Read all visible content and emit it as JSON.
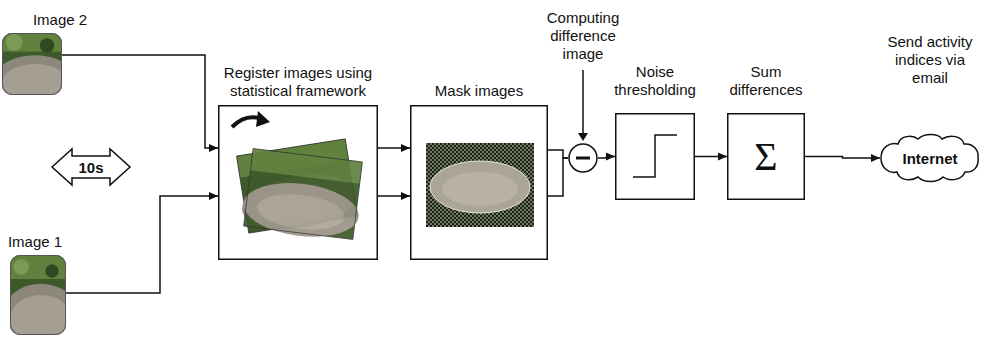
{
  "diagram": {
    "nodes": [
      {
        "text": [
          "Image 2"
        ]
      },
      {
        "text": [
          "Image 1"
        ]
      },
      {
        "text": [
          "Register images using statistical framework"
        ]
      },
      {
        "text": [
          "Mask images"
        ]
      },
      {
        "text": [
          "Computing difference image"
        ]
      },
      {
        "text": [
          "Noise thresholding"
        ]
      },
      {
        "text": [
          "Sum differences",
          "Σ"
        ]
      },
      {
        "text": [
          "Send activity indices via email",
          "Internet"
        ]
      }
    ],
    "edges": [
      {
        "from": 0,
        "to": 2,
        "arrow": "to"
      },
      {
        "from": 1,
        "to": 2,
        "arrow": "to"
      },
      {
        "from": 2,
        "to": 3,
        "arrow": "to"
      },
      {
        "from": 2,
        "to": 3,
        "arrow": "to"
      },
      {
        "from": 3,
        "to": 4,
        "arrow": "none"
      },
      {
        "from": 3,
        "to": 4,
        "arrow": "none"
      },
      {
        "from": 4,
        "to": 5,
        "arrow": "to"
      },
      {
        "from": 5,
        "to": 6,
        "arrow": "to"
      },
      {
        "from": 6,
        "to": 7,
        "arrow": "to"
      }
    ],
    "labels": [
      "10s"
    ]
  }
}
